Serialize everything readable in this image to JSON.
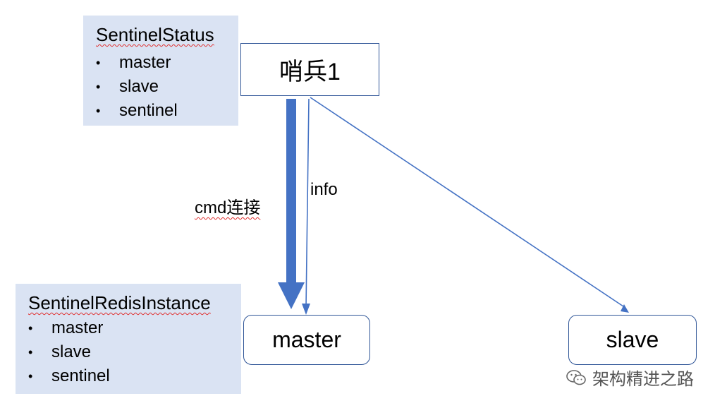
{
  "sentinel_status": {
    "title": "SentinelStatus",
    "items": [
      "master",
      "slave",
      "sentinel"
    ]
  },
  "sentinel_redis_instance": {
    "title": "SentinelRedisInstance",
    "items": [
      "master",
      "slave",
      "sentinel"
    ]
  },
  "nodes": {
    "sentinel": "哨兵1",
    "master": "master",
    "slave": "slave"
  },
  "edges": {
    "cmd": "cmd连接",
    "info": "info"
  },
  "watermark": "架构精进之路",
  "colors": {
    "panel": "#dae3f3",
    "border": "#2f5597",
    "arrow": "#4472c4"
  }
}
